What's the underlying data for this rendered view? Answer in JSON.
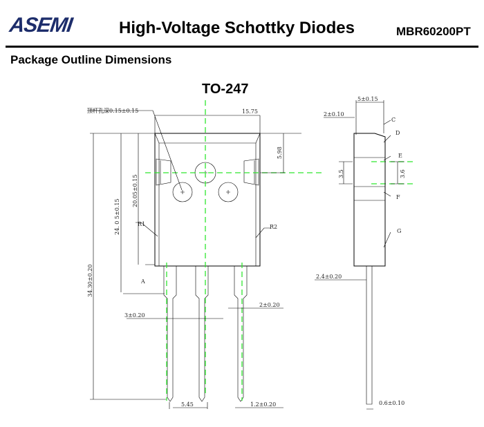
{
  "header": {
    "logo": "ASEMI",
    "title": "High-Voltage Schottky Diodes",
    "part_number": "MBR60200PT"
  },
  "section_title": "Package Outline Dimensions",
  "package": "TO-247",
  "front_labels": {
    "hole_note": "顶杆孔深0.15±0.15",
    "width": "15.75",
    "top_to_hole": "5.98",
    "body_height": "20.05±0.15",
    "height2": "24. 0 5±0.15",
    "total": "34.30±0.20",
    "r1": "R1",
    "r2": "R2",
    "a": "A",
    "pin_w": "3±0.20",
    "pin_w2": "2±0.20",
    "pitch": "5.45",
    "lead_w": "1.2±0.20"
  },
  "side_labels": {
    "thick": "5±0.15",
    "tab": "2±0.10",
    "c": "C",
    "d": "D",
    "e": "E",
    "f": "F",
    "g": "G",
    "h1": "3.5",
    "h2": "3.6",
    "lead": "2.4±0.20",
    "lead_t": "0.6±0.10"
  }
}
